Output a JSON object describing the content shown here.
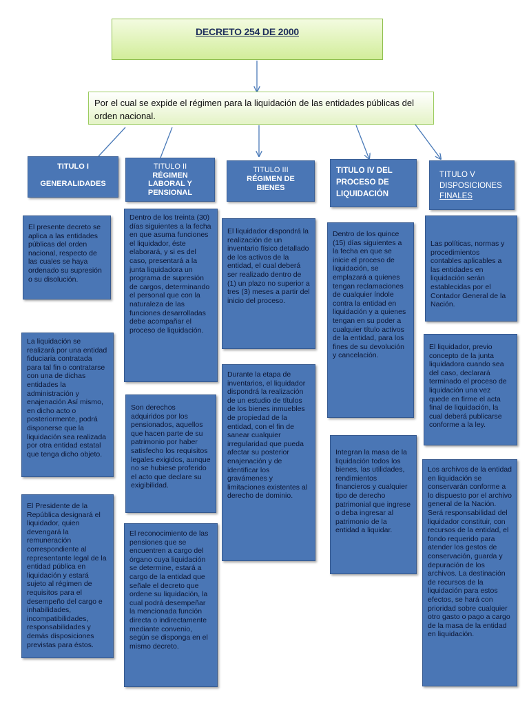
{
  "title": "DECRETO 254 DE 2000",
  "subtitle": "Por el cual se expide el régimen para la liquidación de las entidades públicas del orden nacional.",
  "headers": {
    "t1": [
      "TITULO I",
      "GENERALIDADES"
    ],
    "t2": [
      "TITULO II",
      "RÉGIMEN",
      "LABORAL Y",
      "PENSIONAL"
    ],
    "t3": [
      "TITULO III",
      "RÉGIMEN DE",
      "BIENES"
    ],
    "t4": [
      "TITULO IV DEL",
      "PROCESO DE",
      "LIQUIDACIÓN"
    ],
    "t5": [
      "TITULO V",
      "DISPOSICIONES",
      "FINALES"
    ]
  },
  "col1": [
    "El presente decreto se aplica a las entidades públicas del orden nacional, respecto de las cuales se haya ordenado su supresión o su disolución.",
    "La liquidación se realizará por una entidad fiduciaria contratada para tal fin o contratarse con una de dichas entidades la administración y enajenación Así mismo, en dicho acto o posteriormente, podrá disponerse que la liquidación sea realizada por otra entidad estatal que tenga dicho objeto.",
    "El Presidente de la República designará el liquidador, quien devengará la remuneración correspondiente al representante legal de la entidad pública en liquidación y estará sujeto al régimen de requisitos para el desempeño del cargo e inhabilidades, incompatibilidades, responsabilidades y demás disposiciones previstas para éstos."
  ],
  "col2": [
    "Dentro de los treinta (30) días siguientes a la fecha en que asuma funciones el liquidador, éste elaborará, y si es del caso, presentará a la junta liquidadora un programa de supresión de cargos, determinando el personal que con la naturaleza de las funciones desarrolladas debe acompañar el proceso de liquidación.",
    "Son derechos adquiridos por los pensionados, aquellos que hacen parte de su patrimonio por haber satisfecho los requisitos legales exigidos, aunque no se hubiese proferido el acto que declare su exigibilidad.",
    "El reconocimiento de las pensiones que se encuentren a cargo del órgano cuya liquidación se determine, estará a cargo de la entidad que señale el decreto que ordene su liquidación, la cual podrá desempeñar la mencionada función directa o indirectamente mediante convenio, según se disponga en el mismo decreto."
  ],
  "col3": [
    "El liquidador dispondrá la realización de un inventario físico detallado de los activos de la entidad, el cual deberá ser realizado dentro de (1) un plazo no superior a tres (3) meses a partir del inicio del proceso.",
    "Durante la etapa de inventarios, el liquidador dispondrá la realización de un estudio de títulos de los bienes inmuebles de propiedad de la entidad, con el fin de sanear cualquier irregularidad que pueda afectar su posterior enajenación y de identificar los gravámenes y limitaciones existentes al derecho de dominio."
  ],
  "col4": [
    "Dentro de los quince (15) días siguientes a la fecha en que se inicie el proceso de liquidación, se emplazará a quienes tengan reclamaciones de cualquier índole contra la entidad en liquidación y a quienes tengan en su poder a cualquier título activos de la entidad, para los fines de su devolución y cancelación.",
    "Integran la masa de la liquidación todos los bienes, las utilidades, rendimientos financieros y cualquier tipo de derecho patrimonial que ingrese o deba ingresar al patrimonio de la entidad a liquidar."
  ],
  "col5": [
    "Las políticas, normas y procedimientos contables aplicables a las entidades en liquidación serán establecidas por el Contador General de la Nación.",
    "El liquidador, previo concepto de la junta liquidadora cuando sea del caso, declarará terminado el proceso de liquidación una vez quede en firme el acta final de liquidación, la cual deberá publicarse conforme a la ley.",
    "Los archivos de la entidad en liquidación se conservarán conforme a lo dispuesto por el archivo general de la Nación.",
    "Será responsabilidad del liquidador constituir, con recursos de la entidad, el fondo requerido para atender los gestos de conservación, guarda y depuración de los archivos. La destinación de recursos de la liquidación para estos efectos, se hará con prioridad sobre cualquier otro gasto o pago a cargo de la masa de la entidad en liquidación."
  ]
}
